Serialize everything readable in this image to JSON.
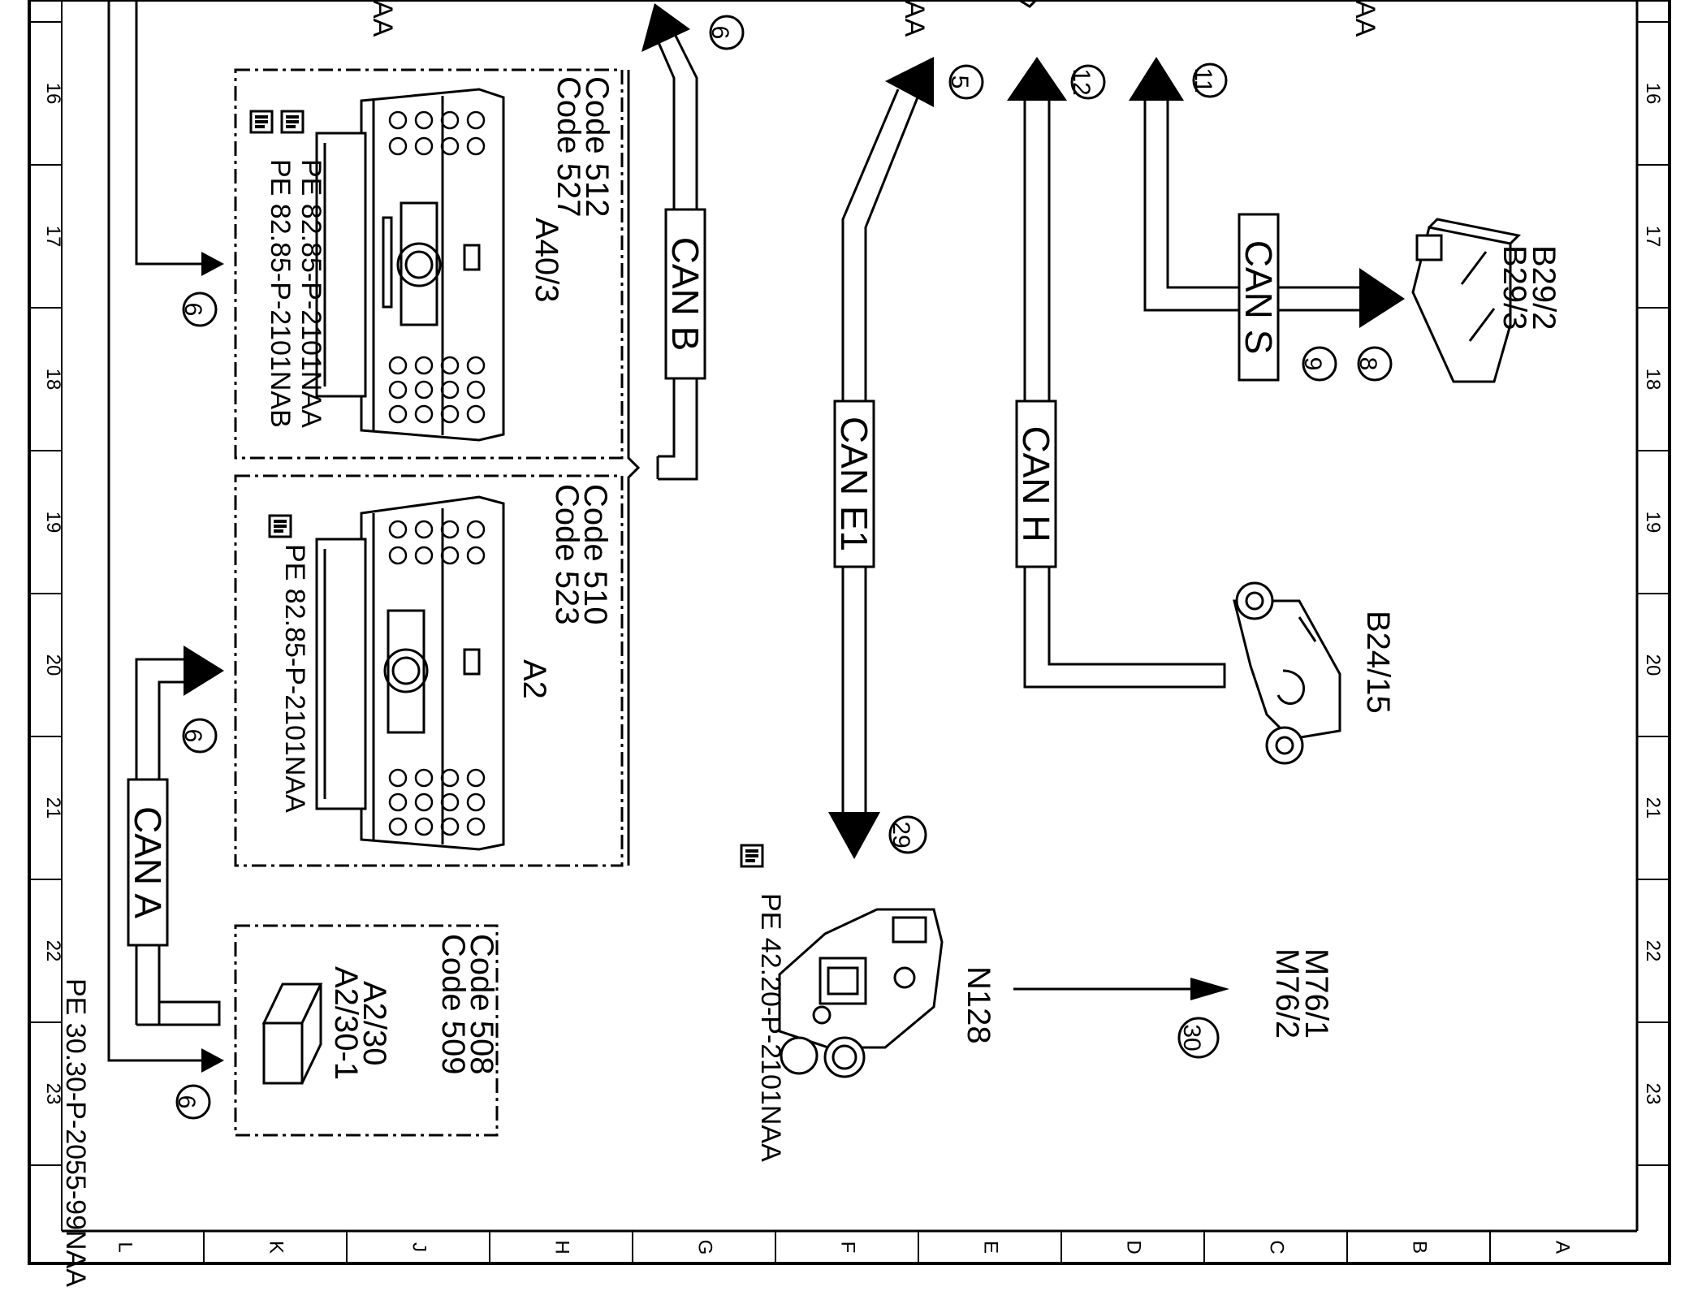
{
  "diagram": {
    "grid_rows": [
      "16",
      "17",
      "18",
      "19",
      "20",
      "21",
      "22",
      "23"
    ],
    "grid_cols": [
      "L",
      "K",
      "J",
      "H",
      "G",
      "F",
      "E",
      "D",
      "C",
      "B",
      "A"
    ],
    "doc_ref": "PE 30.30-P-2055-99NAA",
    "top_cut": {
      "left": "AA",
      "mid": "AA",
      "right": "AA"
    },
    "components": {
      "a40_3": {
        "id": "A40/3",
        "code1": "Code 512",
        "code2": "Code 527",
        "ref1": "PE 82.85-P-2101NAA",
        "ref2": "PE 82.85-P-2101NAB"
      },
      "a2": {
        "id": "A2",
        "code1": "Code 510",
        "code2": "Code 523",
        "ref1": "PE 82.85-P-2101NAA"
      },
      "a2_30": {
        "id1": "A2/30",
        "id2": "A2/30-1",
        "code1": "Code 508",
        "code2": "Code 509"
      },
      "b29": {
        "id1": "B29/2",
        "id2": "B29/3"
      },
      "b24_15": {
        "id": "B24/15"
      },
      "n128": {
        "id": "N128",
        "ref": "PE 42.20-P-2101NAA"
      },
      "m76": {
        "id1": "M76/1",
        "id2": "M76/2"
      }
    },
    "bus_labels": {
      "can_a": "CAN A",
      "can_b": "CAN B",
      "can_e1": "CAN E1",
      "can_h": "CAN H",
      "can_s": "CAN S"
    },
    "refs": {
      "r6_top": "6",
      "r6_a40": "6",
      "r6_a2": "6",
      "r6_a230": "6",
      "r5": "5",
      "r12": "12",
      "r11": "11",
      "r8": "8",
      "r9": "9",
      "r29": "29",
      "r30": "30"
    }
  }
}
